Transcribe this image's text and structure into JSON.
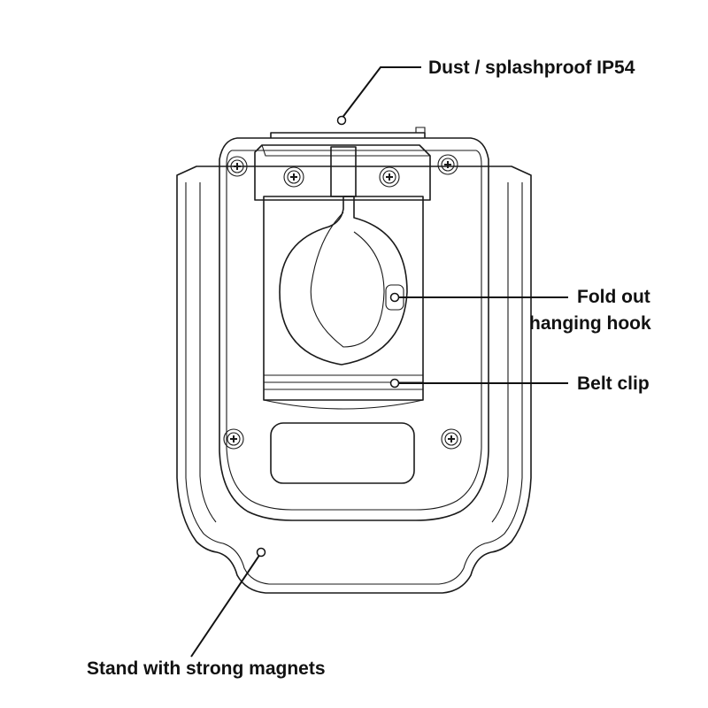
{
  "colors": {
    "body_fill": "#F7AB2C",
    "stand_fill": "#FFFFFF",
    "outline": "#1A1A1A",
    "label_text": "#111111"
  },
  "callouts": {
    "dust": {
      "line1": "Dust / splashproof IP54"
    },
    "hook": {
      "line1": "Fold out",
      "line2": "hanging hook"
    },
    "clip": {
      "line1": "Belt clip"
    },
    "stand": {
      "line1": "Stand with strong magnets"
    }
  },
  "icons": {
    "screw": "cross-head-screw-icon"
  }
}
